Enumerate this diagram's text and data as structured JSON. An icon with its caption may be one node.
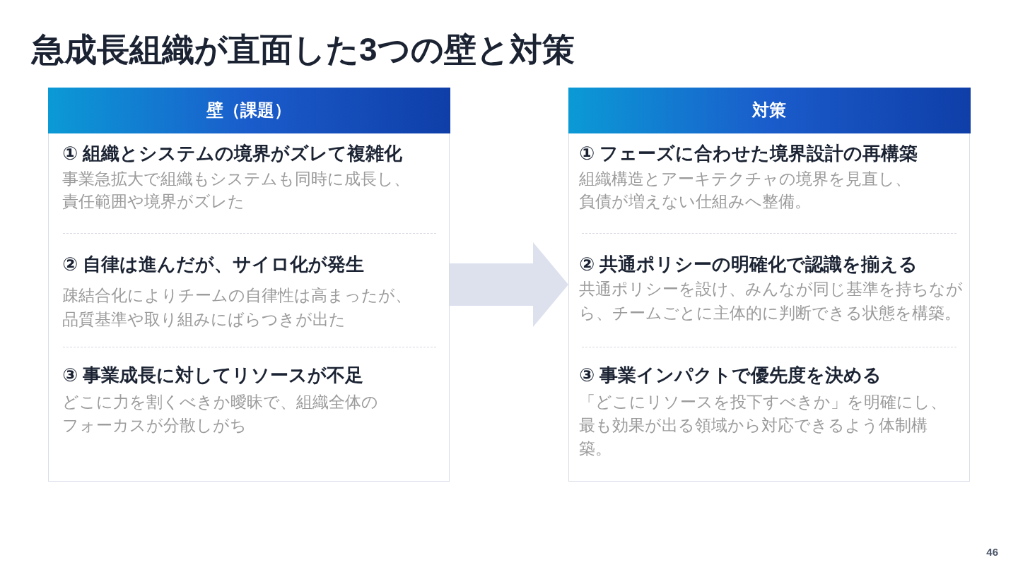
{
  "diagram": {
    "title": "急成長組織が直面した3つの壁と対策",
    "nodes": [
      {
        "text": [
          "壁（課題）",
          "① 組織とシステムの境界がズレて複雑化",
          "事業急拡大で組織もシステムも同時に成長し、責任範囲や境界がズレた",
          "② 自律は進んだが、サイロ化が発生",
          "疎結合化によりチームの自律性は高まったが、品質基準や取り組みにばらつきが出た",
          "③ 事業成長に対してリソースが不足",
          "どこに力を割くべきか曖昧で、組織全体のフォーカスが分散しがち"
        ]
      },
      {
        "text": [
          "対策",
          "① フェーズに合わせた境界設計の再構築",
          "組織構造とアーキテクチャの境界を見直し、負債が増えない仕組みへ整備。",
          "② 共通ポリシーの明確化で認識を揃える",
          "共通ポリシーを設け、みんなが同じ基準を持ちながら、チームごとに主体的に判断できる状態を構築。",
          "③ 事業インパクトで優先度を決める",
          "「どこにリソースを投下すべきか」を明確にし、最も効果が出る領域から対応できるよう体制構築。"
        ]
      }
    ],
    "edges": [
      {
        "from": 0,
        "to": 1,
        "arrow": "to"
      }
    ],
    "labels": [
      "46"
    ]
  }
}
